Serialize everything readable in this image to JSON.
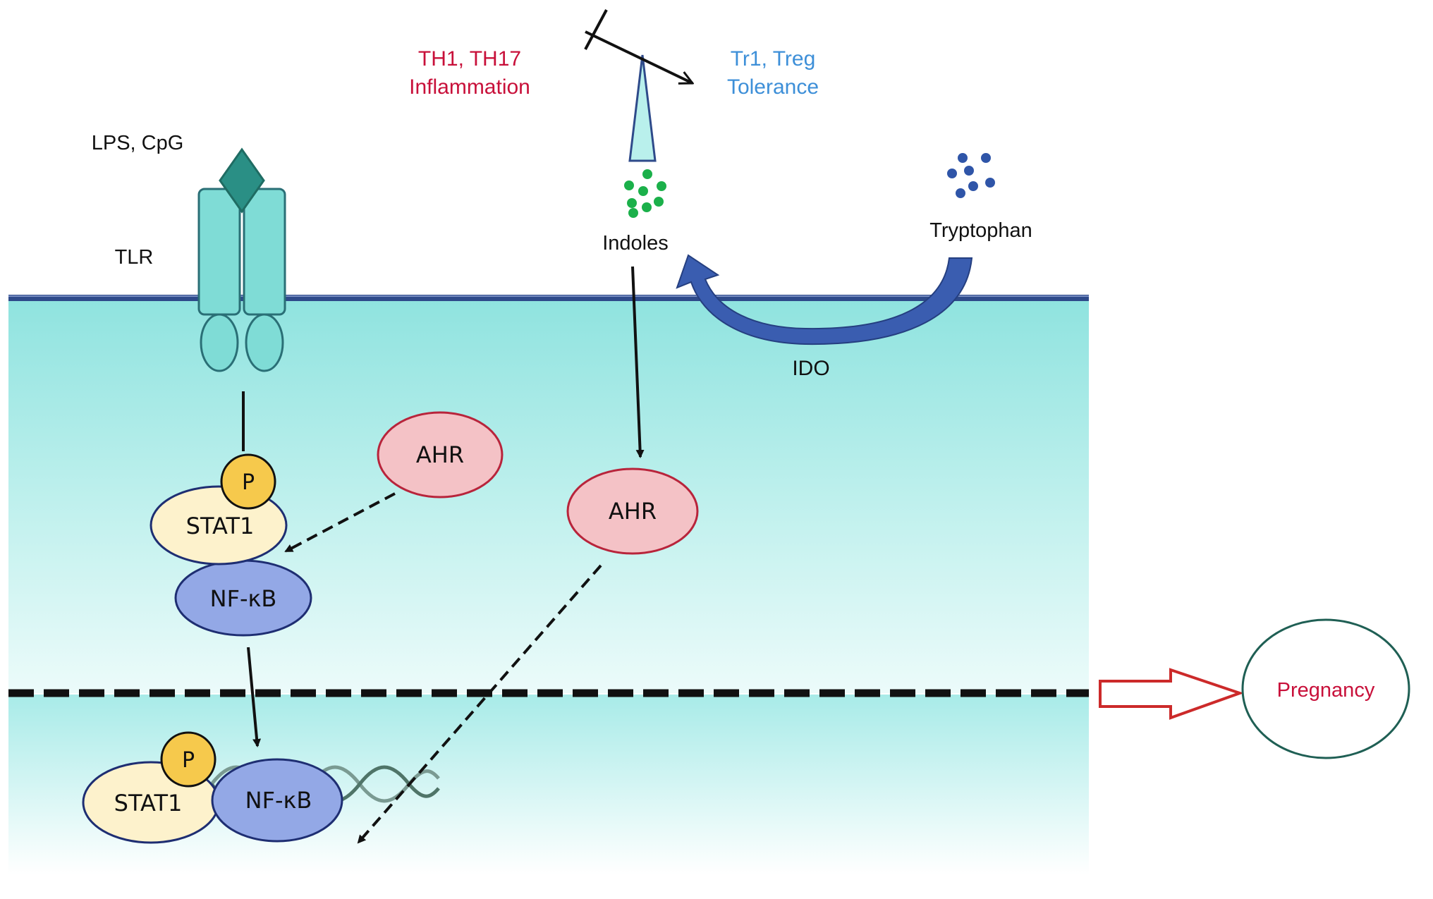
{
  "labels": {
    "th_inflammatory_line1": "TH1, TH17",
    "th_inflammatory_line2": "Inflammation",
    "treg_line1": "Tr1, Treg",
    "treg_line2": "Tolerance",
    "ligands": "LPS, CpG",
    "receptor": "TLR",
    "indoles": "Indoles",
    "tryptophan": "Tryptophan",
    "enzyme": "IDO",
    "ahr_left": "AHR",
    "ahr_center": "AHR",
    "phospho_top": "P",
    "stat1_top": "STAT1",
    "nfkb_top": "NF-κB",
    "phospho_bottom": "P",
    "stat1_bottom": "STAT1",
    "nfkb_bottom": "NF-κB",
    "outcome": "Pregnancy"
  },
  "colors": {
    "inflammation_text": "#c8103a",
    "tolerance_text": "#3d8fd8",
    "cell_membrane": "#2e4a8a",
    "cytoplasm": "#a3ebe8",
    "receptor_fill": "#7fdcd6",
    "ligand_diamond": "#2a8f85",
    "ahr_fill": "#f4c2c6",
    "ahr_stroke": "#b8243b",
    "stat1_fill": "#fdf2cc",
    "phospho_fill": "#f6c94c",
    "nfkb_fill": "#93a8e6",
    "ido_arrow": "#3a5db0",
    "indole_dots": "#1bb04a",
    "tryptophan_dots": "#2f55a8",
    "pregnancy_stroke": "#1f5f54",
    "pregnancy_arrow": "#cc2a2a"
  }
}
